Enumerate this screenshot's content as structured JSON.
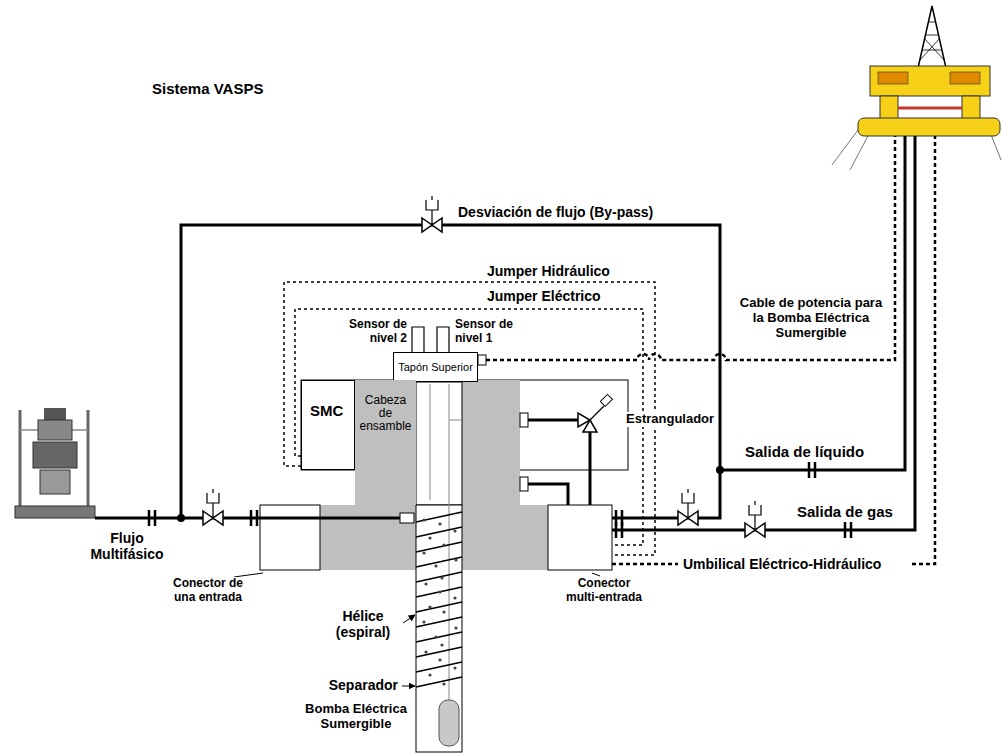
{
  "diagram": {
    "title": "Sistema VASPS",
    "nodes": [
      {
        "text": [
          "Tapón Superior"
        ]
      },
      {
        "text": [
          "SMC"
        ]
      },
      {
        "text": [
          "Cabeza de ensamble"
        ]
      }
    ],
    "labels": [
      "Desviación de flujo (By-pass)",
      "Jumper Hidráulico",
      "Jumper Eléctrico",
      "Sensor de nivel 2",
      "Sensor de nivel 1",
      "Cable de potencia para la Bomba Eléctrica Sumergible",
      "Estrangulador",
      "Salida de líquido",
      "Flujo Multifásico",
      "Salida de gas",
      "Umbilical Eléctrico-Hidráulico",
      "Conector de una entrada",
      "Conector multi-entrada",
      "Hélice (espiral)",
      "Separador",
      "Bomba Eléctrica Sumergible"
    ]
  }
}
